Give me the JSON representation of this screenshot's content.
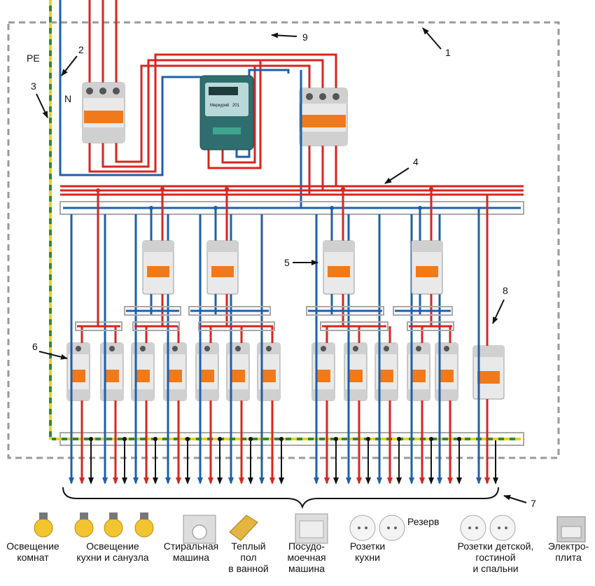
{
  "markers": {
    "n1": "1",
    "n2": "2",
    "n3": "3",
    "n4": "4",
    "n5": "5",
    "n6": "6",
    "n7": "7",
    "n8": "8",
    "n9": "9",
    "pe": "PE",
    "n": "N"
  },
  "reserve_label": "Резерв",
  "meter": {
    "brand": "Меркурий",
    "model": "201"
  },
  "colors": {
    "phase": "#d7261e",
    "neutral": "#1f5fa8",
    "ground_yellow": "#e8d21a",
    "ground_green": "#2e8b3a",
    "enclosure": "#9a9a9a",
    "bus_frame": "#a8a8a8",
    "breaker_body": "#e9e9e9",
    "breaker_handle": "#f07a1a"
  },
  "consumers": [
    {
      "icon": "bulb-icon",
      "lines": [
        "Освещение",
        "комнат"
      ]
    },
    {
      "icon": "bulb-icon",
      "lines": [
        "Освещение",
        "кухни и санузла"
      ]
    },
    {
      "icon": "washing-machine-icon",
      "lines": [
        "Стиральная",
        "машина"
      ]
    },
    {
      "icon": "heated-floor-icon",
      "lines": [
        "Теплый",
        "пол",
        "в ванной"
      ]
    },
    {
      "icon": "dishwasher-icon",
      "lines": [
        "Посудо-",
        "моечная",
        "машина"
      ]
    },
    {
      "icon": "socket-icon",
      "lines": [
        "Розетки",
        "кухни"
      ]
    },
    {
      "icon": "socket-icon",
      "lines": [
        "Розетки детской,",
        "гостиной",
        "и спальни"
      ]
    },
    {
      "icon": "stove-icon",
      "lines": [
        "Электро-",
        "плита"
      ]
    }
  ]
}
